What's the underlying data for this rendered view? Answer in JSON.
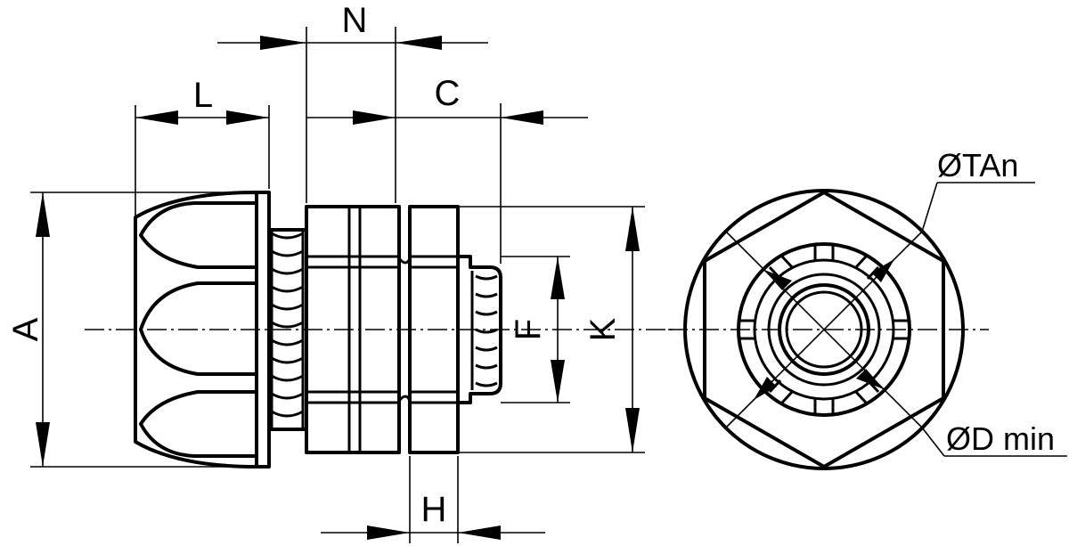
{
  "labels": {
    "N": "N",
    "L": "L",
    "C": "C",
    "A": "A",
    "F": "F",
    "K": "K",
    "H": "H",
    "TAn": "ØTAn",
    "Dmin": "ØD min"
  }
}
